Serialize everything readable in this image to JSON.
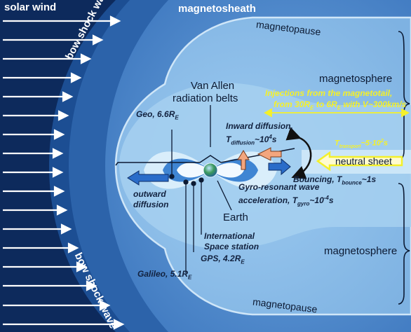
{
  "labels": {
    "solar_wind": "solar wind",
    "magnetosheath": "magnetosheath",
    "magnetopause_top": "magnetopause",
    "magnetopause_bottom": "magnetopause",
    "bow_shock_top": "bow shock wave",
    "bow_shock_bottom": "bow shock wave",
    "magnetosphere_top": "magnetosphere",
    "magnetosphere_bottom": "magnetosphere",
    "van_allen_line1": "Van Allen",
    "van_allen_line2": "radiation belts",
    "injections_line1": "Injections from the magnetotail,",
    "injections_line2": "from 30R",
    "injections_line2_sub1": "E",
    "injections_line2_mid": " to 6R",
    "injections_line2_sub2": "E",
    "injections_line2_end": " with V~300km/s",
    "t_transport_main": "T",
    "t_transport_sub": "transport",
    "t_transport_val": "~5·10",
    "t_transport_sup": "2",
    "t_transport_unit": "s",
    "neutral_sheet": "neutral sheet",
    "geo_main": "Geo, 6.6R",
    "geo_sub": "E",
    "inward_line1": "Inward diffusion,",
    "inward_T": "T",
    "inward_sub": "diffusion",
    "inward_val": "~10",
    "inward_sup": "4",
    "inward_unit": "s",
    "outward_line1": "outward",
    "outward_line2": "diffusion",
    "bouncing_main": "Bouncing, T",
    "bouncing_sub": "bounce",
    "bouncing_val": "~1s",
    "gyro_line1": "Gyro-resonant wave",
    "gyro_line2_a": "acceleration, T",
    "gyro_sub": "gyro",
    "gyro_val": "~10",
    "gyro_sup": "-4",
    "gyro_unit": "s",
    "earth": "Earth",
    "iss_line1": "International",
    "iss_line2": "Space station",
    "gps_main": "GPS, 4.2R",
    "gps_sub": "E",
    "galileo_main": "Galileo, 5.1R",
    "galileo_sub": "E"
  },
  "colors": {
    "background": "#0d2a5c",
    "shock_band": "#1b4a8f",
    "magnetosheath": "#5d9ad8",
    "magnetosphere": "#86b8e5",
    "inner": "#b3d7f1",
    "belts": "#e6f4fd",
    "yellow": "#f4f02a",
    "arrow_blue": "#2a6cc9",
    "arrow_orange": "#f3a67e"
  }
}
